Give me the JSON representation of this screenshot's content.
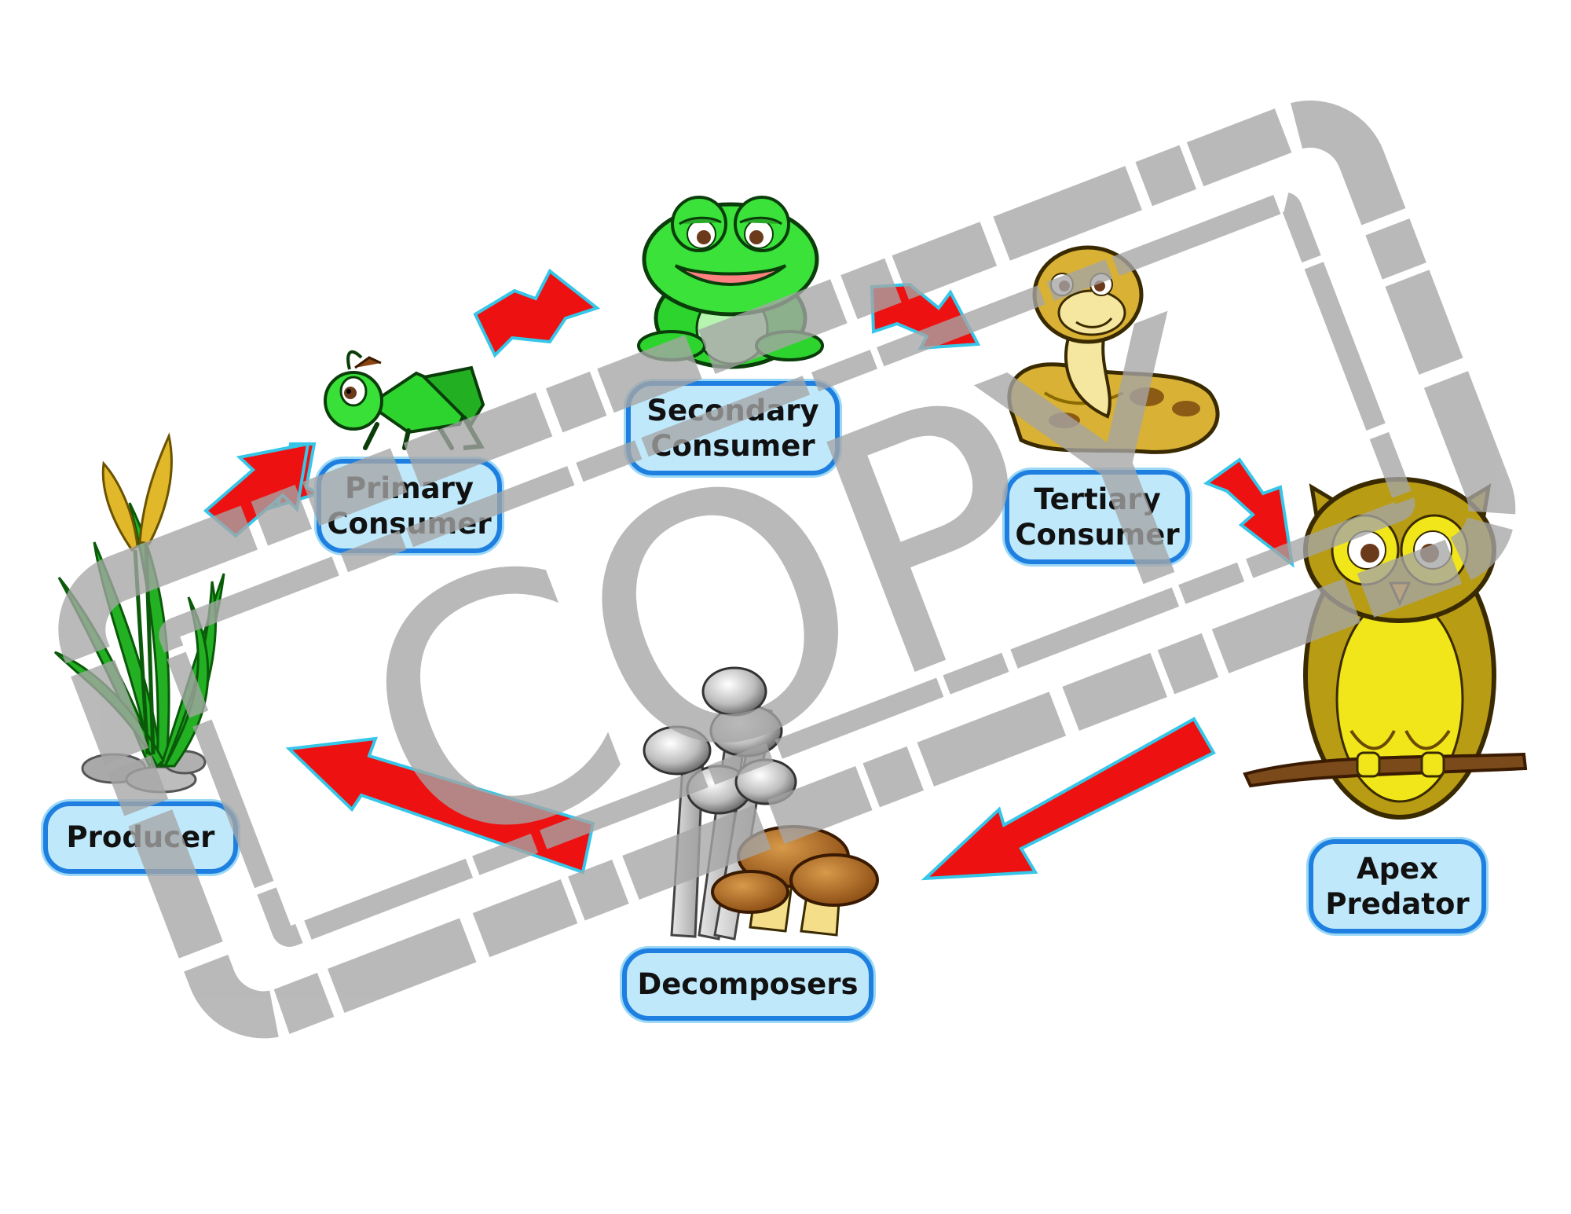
{
  "diagram": {
    "nodes": {
      "producer": {
        "label": "Producer"
      },
      "primary": {
        "label": "Primary\nConsumer"
      },
      "secondary": {
        "label": "Secondary\nConsumer"
      },
      "tertiary": {
        "label": "Tertiary\nConsumer"
      },
      "apex": {
        "label": "Apex\nPredator"
      },
      "decomposers": {
        "label": "Decomposers"
      }
    },
    "edges": [
      {
        "from": "producer",
        "to": "primary"
      },
      {
        "from": "primary",
        "to": "secondary"
      },
      {
        "from": "secondary",
        "to": "tertiary"
      },
      {
        "from": "tertiary",
        "to": "apex"
      },
      {
        "from": "apex",
        "to": "decomposers"
      },
      {
        "from": "decomposers",
        "to": "producer"
      }
    ],
    "icons": {
      "producer": "grass-plant-icon",
      "primary": "grasshopper-icon",
      "secondary": "frog-icon",
      "tertiary": "snake-icon",
      "apex": "owl-icon",
      "decomposers": "mushrooms-icon"
    }
  },
  "watermark": {
    "text": "COPY"
  },
  "colors": {
    "arrow": "#ee1111",
    "arrow_outline": "#35c6e8",
    "label_fill": "#bfe9fb",
    "label_border": "#1e7fe0",
    "stamp": "#a6a6a6"
  }
}
